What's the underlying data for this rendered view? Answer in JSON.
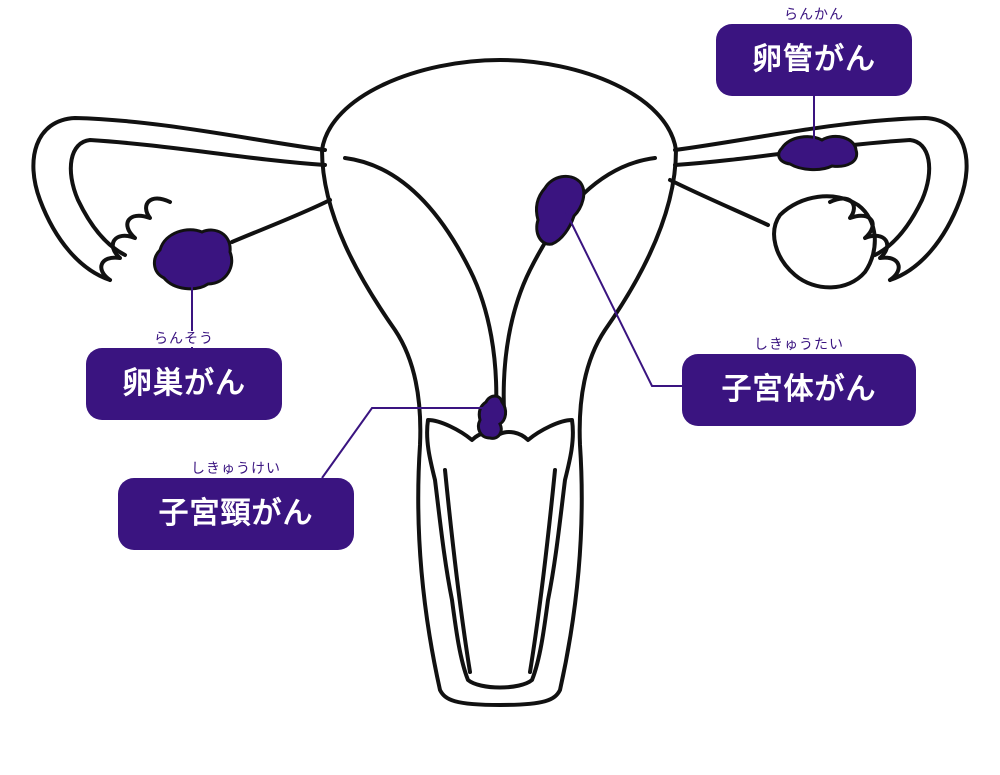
{
  "labels": {
    "fallopian_tube_cancer": {
      "ruby": "らんかん",
      "text": "卵管がん"
    },
    "ovarian_cancer": {
      "ruby": "らんそう",
      "text": "卵巣がん"
    },
    "uterine_body_cancer": {
      "ruby": "しきゅうたい",
      "text": "子宮体がん"
    },
    "cervical_cancer": {
      "ruby": "しきゅうけい",
      "text": "子宮頸がん"
    }
  },
  "colors": {
    "accent": "#3a1480",
    "outline": "#111111",
    "background": "#ffffff"
  }
}
